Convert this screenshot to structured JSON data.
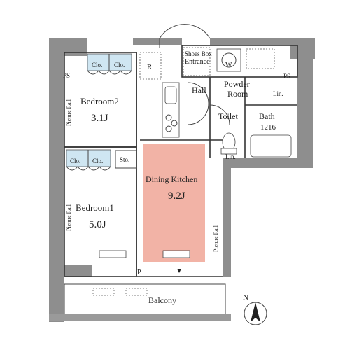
{
  "rooms": {
    "bedroom2": {
      "name": "Bedroom2",
      "size": "3.1J"
    },
    "bedroom1": {
      "name": "Bedroom1",
      "size": "5.0J"
    },
    "dining": {
      "name": "Dining Kitchen",
      "size": "9.2J"
    },
    "hall": "Hall",
    "powder_room": [
      "Powder",
      "Room"
    ],
    "toilet": "Toilet",
    "bath": [
      "Bath",
      "1216"
    ],
    "entrance": "Entrance",
    "shoes_box": "Shoes Box",
    "balcony": "Balcony"
  },
  "labels": {
    "clo": "Clo.",
    "lin": "Lin.",
    "sto": "Sto.",
    "ps": "PS",
    "r": "R",
    "p": "P",
    "w": "W",
    "picture_rail": "Picture Rail",
    "north": "N"
  },
  "colors": {
    "dining_fill": "#f2b3a6",
    "closet_fill": "#cfe6f2",
    "wall": "#8e8e8e"
  }
}
